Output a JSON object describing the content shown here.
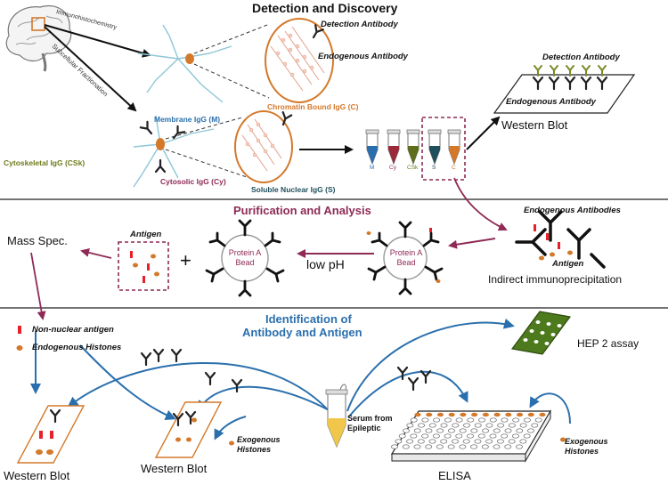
{
  "sections": {
    "detection": "Detection and Discovery",
    "purification": "Purification and Analysis",
    "identification_line1": "Identification of",
    "identification_line2": "Antibody and Antigen"
  },
  "brain_labels": {
    "ihc": "Immunohistochemistry",
    "subcellular": "Subcellular Fractionation"
  },
  "detection": {
    "detection_antibody": "Detection Antibody",
    "endogenous_antibody": "Endogenous Antibody"
  },
  "fractions": {
    "membrane": "Membrane IgG (M)",
    "chromatin": "Chromatin Bound IgG (C)",
    "cytoskeletal": "Cytoskeletal IgG (CSk)",
    "cytosolic": "Cytosolic IgG (Cy)",
    "soluble_nuclear": "Soluble Nuclear IgG (S)"
  },
  "tubes": [
    "M",
    "Cy",
    "CSk",
    "S",
    "C"
  ],
  "western_blot_top": {
    "detection_antibody": "Detection Antibody",
    "endogenous_antibody": "Endogenous Antibody",
    "label": "Western Blot"
  },
  "purification": {
    "endogenous_antibodies": "Endogenous Antibodies",
    "antigen": "Antigen",
    "indirect_ip": "Indirect immunoprecipitation",
    "bead_line1": "Protein A",
    "bead_line2": "Bead",
    "low_ph": "low pH",
    "plus": "+",
    "antigen_box": "Antigen",
    "mass_spec": "Mass Spec."
  },
  "identification": {
    "non_nuclear": "Non-nuclear antigen",
    "histones": "Endogenous Histones",
    "hep2": "HEP 2 assay",
    "serum_line1": "Serum from",
    "serum_line2": "Epileptic",
    "exogenous_line1": "Exogenous",
    "exogenous_line2": "Histones",
    "wb_left": "Western Blot",
    "wb_mid": "Western Blot",
    "elisa": "ELISA",
    "exo2_line1": "Exogenous",
    "exo2_line2": "Histones"
  },
  "colors": {
    "orange": "#d4792a",
    "maroon": "#8e2a55",
    "blue": "#2a6fad",
    "olive": "#6f7a1a",
    "black": "#111111",
    "red": "#e8202a",
    "green_plate": "#4c7a1c"
  }
}
